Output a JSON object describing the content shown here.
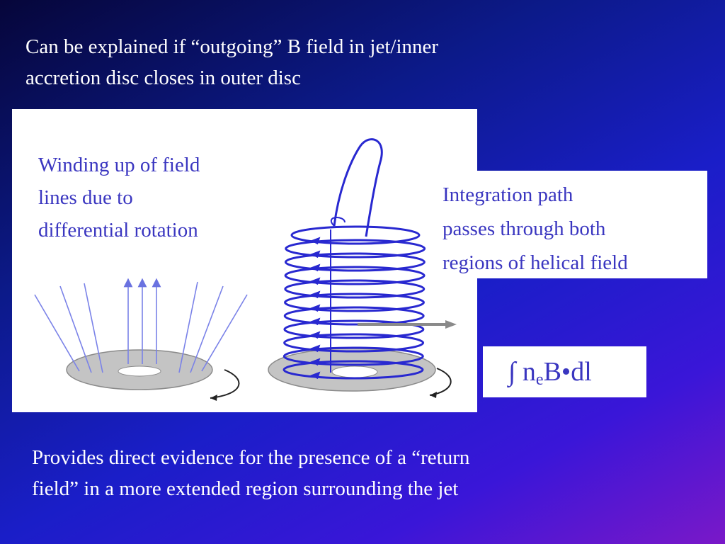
{
  "title_lines": [
    "Can be explained if “outgoing” B field in jet/inner",
    "accretion disc closes in outer disc"
  ],
  "figure": {
    "caption_lines": [
      "Winding up of field",
      "lines due to",
      "differential rotation"
    ],
    "colors": {
      "field_line": "#2828d0",
      "thin_field_line": "#7a82e8",
      "disc": "#c4c4c4",
      "disc_edge": "#8a8a8a"
    }
  },
  "integration_box": {
    "lines": [
      "Integration path",
      "passes through both",
      "regions of helical field"
    ]
  },
  "formula": {
    "integral": "∫ n",
    "subscript": "e",
    "rest": "B•dl"
  },
  "bottom_lines": [
    "Provides direct evidence for the presence of a “return",
    "field” in a more extended region surrounding the jet"
  ]
}
